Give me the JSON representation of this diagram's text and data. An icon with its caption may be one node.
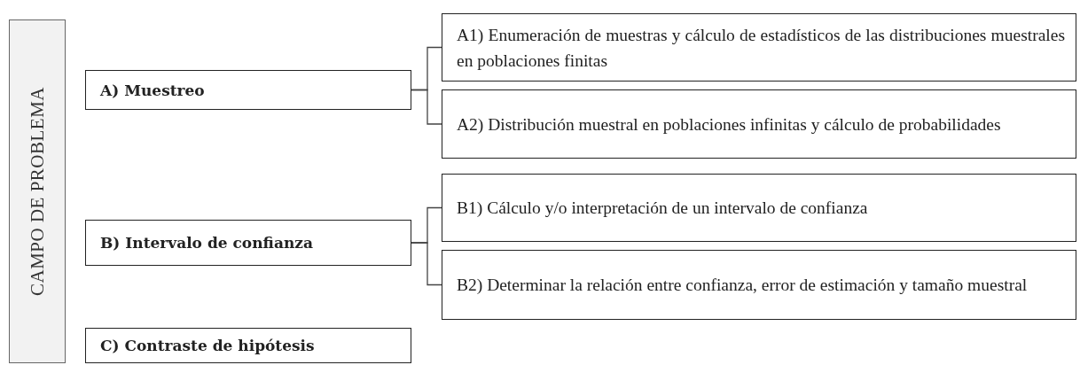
{
  "diagram": {
    "nodes": [
      {
        "text": [
          "CAMPO DE PROBLEMA"
        ]
      },
      {
        "text": [
          "A) Muestreo"
        ]
      },
      {
        "text": [
          "A1) Enumeración de muestras y cálculo de estadísticos de las distribuciones muestrales en poblaciones finitas"
        ]
      },
      {
        "text": [
          "A2) Distribución muestral en poblaciones infinitas y cálculo de probabilidades"
        ]
      },
      {
        "text": [
          "B) Intervalo de confianza"
        ]
      },
      {
        "text": [
          "B1) Cálculo y/o interpretación de un intervalo de confianza"
        ]
      },
      {
        "text": [
          "B2) Determinar la relación entre confianza, error de estimación y tamaño muestral"
        ]
      },
      {
        "text": [
          "C) Contraste de hipótesis"
        ]
      }
    ],
    "edges": [
      {
        "from": 1,
        "to": 2,
        "arrow": "none"
      },
      {
        "from": 1,
        "to": 3,
        "arrow": "none"
      },
      {
        "from": 4,
        "to": 5,
        "arrow": "none"
      },
      {
        "from": 4,
        "to": 6,
        "arrow": "none"
      }
    ]
  }
}
